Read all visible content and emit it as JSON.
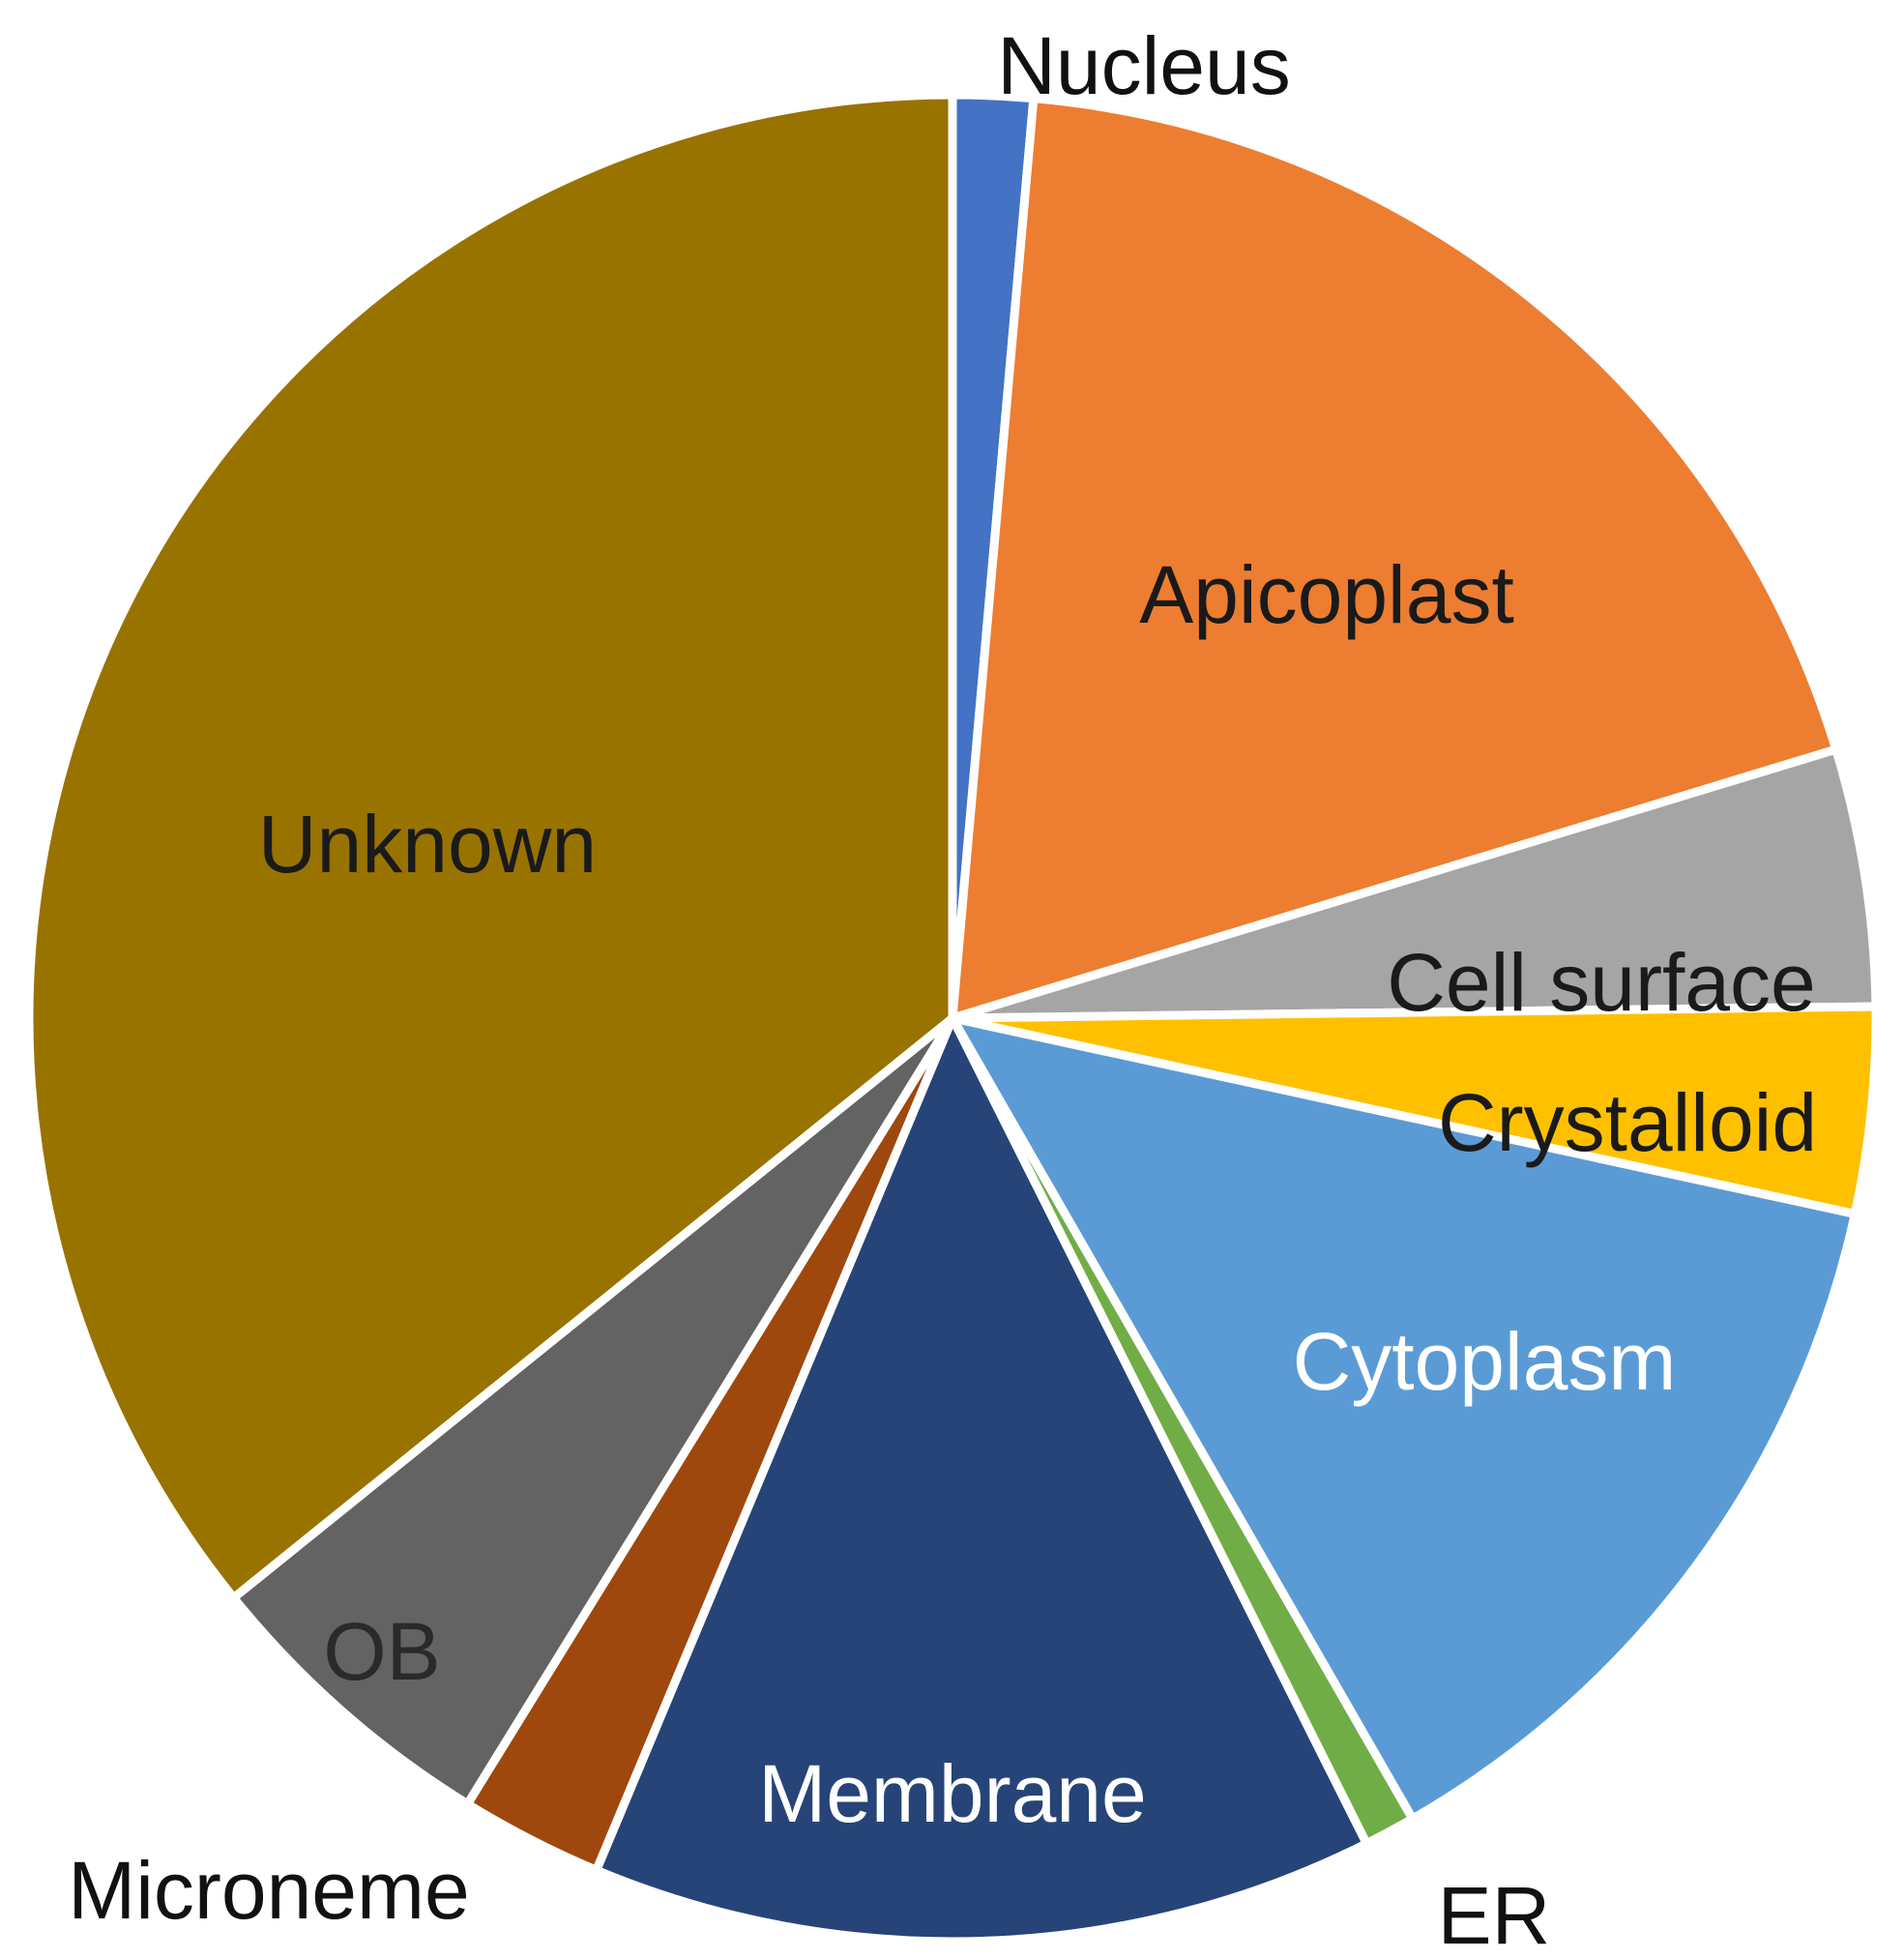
{
  "chart_data": {
    "type": "pie",
    "start_angle_deg": 0,
    "direction": "clockwise",
    "slices": [
      {
        "label": "Nucleus",
        "value": 1.4,
        "color": "#4472C4",
        "label_color": "#111111"
      },
      {
        "label": "Apicoplast",
        "value": 18.9,
        "color": "#ED7D31",
        "label_color": "#1a1a1a"
      },
      {
        "label": "Cell surface",
        "value": 4.5,
        "color": "#A5A5A5",
        "label_color": "#1a1a1a"
      },
      {
        "label": "Crystalloid",
        "value": 3.6,
        "color": "#FFC000",
        "label_color": "#1a1a1a"
      },
      {
        "label": "Cytoplasm",
        "value": 13.3,
        "color": "#5B9BD5",
        "label_color": "#ffffff"
      },
      {
        "label": "ER",
        "value": 0.9,
        "color": "#70AD47",
        "label_color": "#111111"
      },
      {
        "label": "Membrane",
        "value": 13.7,
        "color": "#264478",
        "label_color": "#ffffff"
      },
      {
        "label": "Microneme",
        "value": 2.5,
        "color": "#9E480E",
        "label_color": "#111111"
      },
      {
        "label": "OB",
        "value": 5.4,
        "color": "#636363",
        "label_color": "#2a2a2a"
      },
      {
        "label": "Unknown",
        "value": 35.8,
        "color": "#997300",
        "label_color": "#1a1a1a"
      }
    ]
  }
}
